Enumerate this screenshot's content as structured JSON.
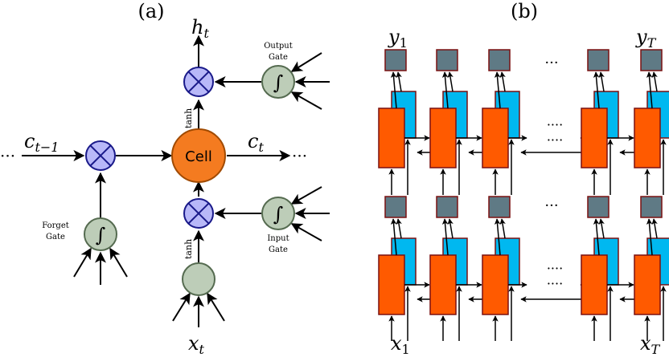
{
  "panel_a": {
    "label": "(a)",
    "h_t": "h",
    "h_t_sub": "t",
    "c_prev": "c",
    "c_prev_sub": "t−1",
    "c_t": "c",
    "c_t_sub": "t",
    "x_t": "x",
    "x_t_sub": "t",
    "ellipsis_left": "···",
    "ellipsis_right": "···",
    "cell_label": "Cell",
    "tanh_top": "tanh",
    "tanh_bottom": "tanh",
    "output_gate": [
      "Output",
      "Gate"
    ],
    "input_gate": [
      "Input",
      "Gate"
    ],
    "forget_gate": [
      "Forget",
      "Gate"
    ]
  },
  "panel_b": {
    "label": "(b)",
    "y_1": "y",
    "y_1_sub": "1",
    "y_T": "y",
    "y_T_sub": "T",
    "x_1": "x",
    "x_1_sub": "1",
    "x_T": "x",
    "x_T_sub": "T",
    "dots_top": "···",
    "dots_mid": "···",
    "dots_fwd_top": "····",
    "dots_bwd_top": "····",
    "dots_fwd_bot": "····",
    "dots_bwd_bot": "····"
  },
  "colors": {
    "cell": "#f47b20",
    "multiply": "#b8b8f8",
    "gate": "#bdcdb8",
    "orange_block": "#ff5a00",
    "cyan_block": "#00b8f0",
    "output_square": "#5f7a85"
  }
}
